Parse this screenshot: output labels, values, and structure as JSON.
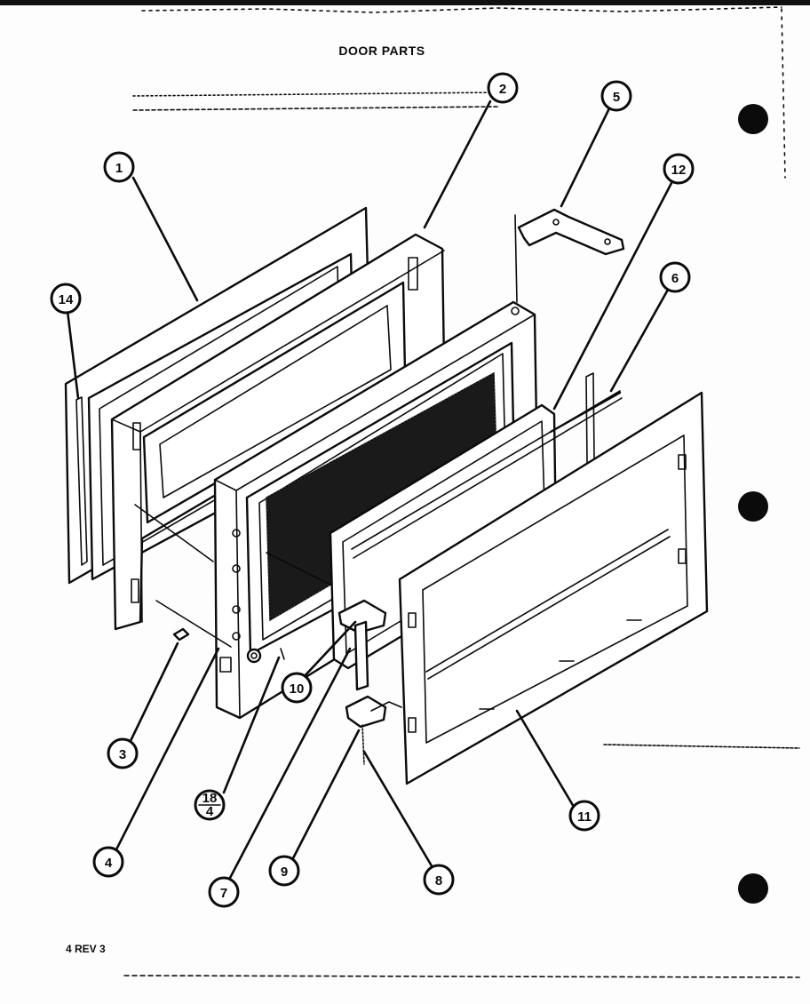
{
  "diagram": {
    "title": "DOOR PARTS",
    "footer": "4 REV 3"
  },
  "callouts": [
    {
      "id": "c1",
      "label": "1"
    },
    {
      "id": "c2",
      "label": "2"
    },
    {
      "id": "c3",
      "label": "3"
    },
    {
      "id": "c4",
      "label": "4"
    },
    {
      "id": "c5",
      "label": "5"
    },
    {
      "id": "c6",
      "label": "6"
    },
    {
      "id": "c7",
      "label": "7"
    },
    {
      "id": "c8",
      "label": "8"
    },
    {
      "id": "c9",
      "label": "9"
    },
    {
      "id": "c10",
      "label": "10"
    },
    {
      "id": "c11",
      "label": "11"
    },
    {
      "id": "c12",
      "label": "12"
    },
    {
      "id": "c14",
      "label": "14"
    },
    {
      "id": "c18",
      "label_top": "18",
      "label_bottom": "4"
    }
  ]
}
